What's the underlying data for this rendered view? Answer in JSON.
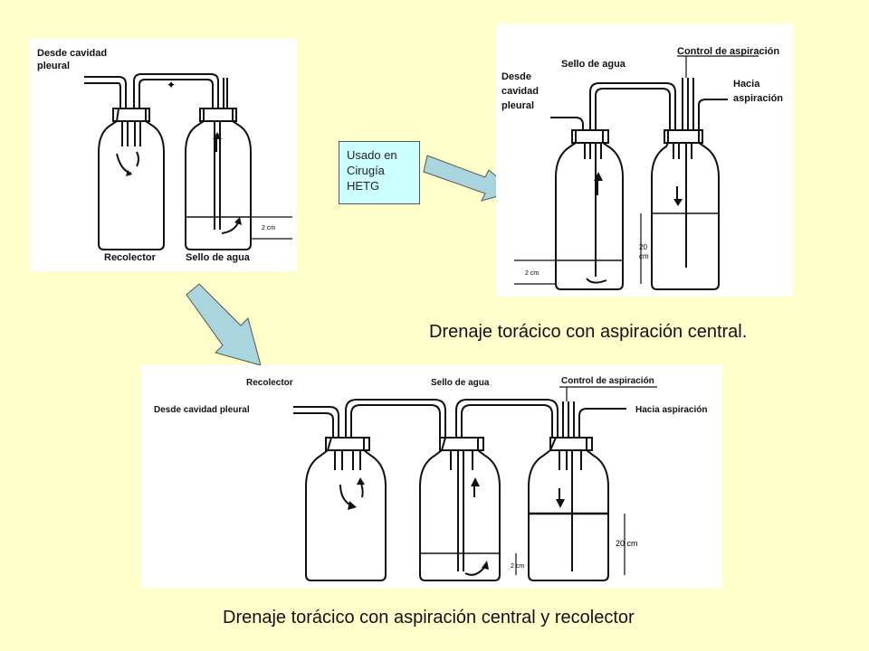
{
  "figure1": {
    "from_label_1": "Desde cavidad",
    "from_label_2": "pleural",
    "bottle1_label": "Recolector",
    "bottle2_label": "Sello de agua",
    "measure": "2 cm"
  },
  "note": {
    "text": "Usado en\nCirugía\nHETG"
  },
  "figure2": {
    "water_seal_label": "Sello de agua",
    "suction_control_label": "Control de aspiración",
    "from_label_1": "Desde",
    "from_label_2": "cavidad",
    "from_label_3": "pleural",
    "to_label_1": "Hacia",
    "to_label_2": "aspiración",
    "measure_small": "2 cm",
    "measure_large_1": "20",
    "measure_large_2": "cm"
  },
  "caption_top": "Drenaje torácico con aspiración central.",
  "figure3": {
    "collector_label": "Recolector",
    "water_seal_label": "Sello de agua",
    "suction_control_label": "Control de aspiración",
    "from_label": "Desde cavidad pleural",
    "to_label": "Hacia aspiración",
    "measure_small": "2 cm",
    "measure_large": "20 cm"
  },
  "caption_bottom": "Drenaje torácico con aspiración central y recolector",
  "colors": {
    "background": "#ffffcc",
    "arrow_fill": "#a9d6de",
    "note_fill": "#ccffff"
  }
}
